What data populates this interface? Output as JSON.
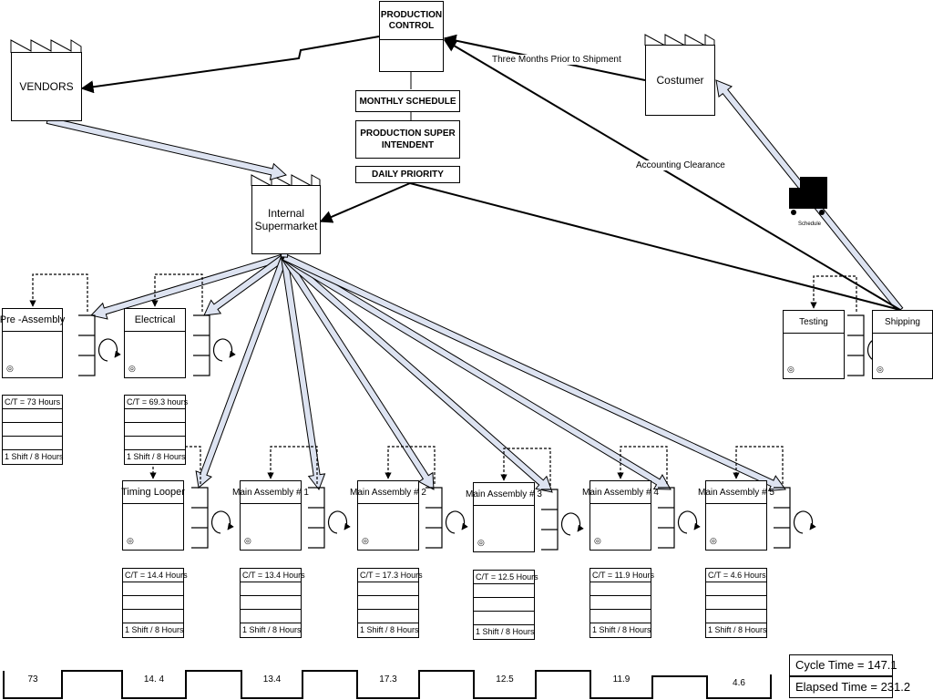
{
  "production_control": {
    "line1": "PRODUCTION",
    "line2": "CONTROL"
  },
  "vendors": {
    "label": "VENDORS"
  },
  "customer": {
    "label": "Costumer"
  },
  "internal_supermarket": {
    "line1": "Internal",
    "line2": "Supermarket"
  },
  "schedules": {
    "monthly": "MONTHLY SCHEDULE",
    "super_line1": "PRODUCTION SUPER",
    "super_line2": "INTENDENT",
    "daily": "DAILY PRIORITY"
  },
  "flow_labels": {
    "three_months": "Three Months Prior to Shipment",
    "accounting": "Accounting Clearance",
    "truck_label": "Schedule"
  },
  "processes": [
    {
      "id": "pre-assembly",
      "name": "Pre -Assembly",
      "ct": "C/T = 73 Hours",
      "shift": "1 Shift / 8 Hours"
    },
    {
      "id": "electrical",
      "name": "Electrical",
      "ct": "C/T = 69.3 hours",
      "shift": "1 Shift / 8 Hours"
    },
    {
      "id": "timing-looper",
      "name": "Timing Looper",
      "ct": "C/T = 14.4 Hours",
      "shift": "1 Shift / 8 Hours"
    },
    {
      "id": "main-assembly-1",
      "name": "Main Assembly # 1",
      "ct": "C/T = 13.4 Hours",
      "shift": "1 Shift / 8 Hours"
    },
    {
      "id": "main-assembly-2",
      "name": "Main Assembly # 2",
      "ct": "C/T = 17.3 Hours",
      "shift": "1 Shift / 8 Hours"
    },
    {
      "id": "main-assembly-3",
      "name": "Main Assembly # 3",
      "ct": "C/T = 12.5 Hours",
      "shift": "1 Shift / 8 Hours"
    },
    {
      "id": "main-assembly-4",
      "name": "Main Assembly # 4",
      "ct": "C/T = 11.9 Hours",
      "shift": "1 Shift / 8 Hours"
    },
    {
      "id": "main-assembly-5",
      "name": "Main Assembly # 5",
      "ct": "C/T = 4.6 Hours",
      "shift": "1 Shift / 8 Hours"
    },
    {
      "id": "testing",
      "name": "Testing"
    },
    {
      "id": "shipping",
      "name": "Shipping"
    }
  ],
  "timeline": [
    "73",
    "14. 4",
    "13.4",
    "17.3",
    "12.5",
    "11.9",
    "4.6"
  ],
  "summary": {
    "cycle": "Cycle Time = 147.1",
    "elapsed": "Elapsed Time = 231.2"
  },
  "operator_icon": "operator-icon",
  "colors": {
    "push_arrow_fill": "#dde3f1",
    "line": "#000000"
  }
}
